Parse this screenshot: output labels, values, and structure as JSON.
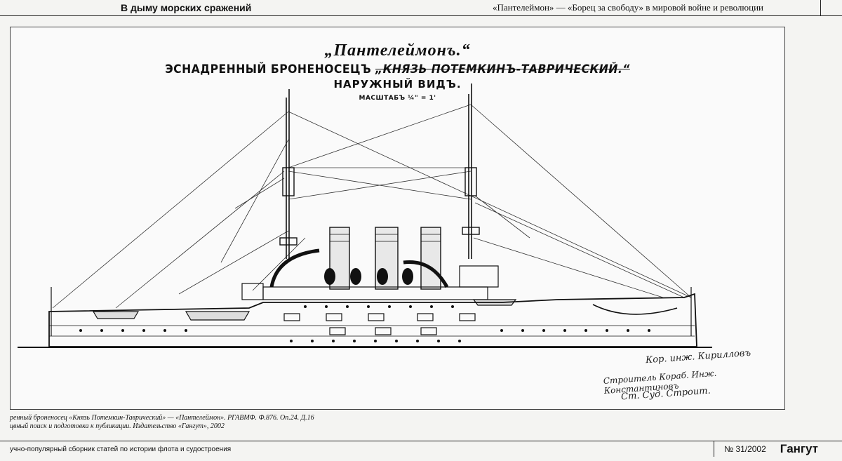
{
  "header": {
    "section_title": "В дыму морских сражений",
    "article_title": "«Пантелеймон» — «Борец за свободу» в мировой войне и революции"
  },
  "drawing": {
    "title_script": "„Пантелеймонъ.“",
    "title_main_prefix": "ЭСНАДРЕННЫЙ БРОНЕНОСЕЦЪ ",
    "title_main_struck": "„КНЯЗЬ ПОТЕМКИНЪ-ТАВРИЧЕСКИЙ.“",
    "subtitle": "НАРУЖНЫЙ ВИДЪ.",
    "scale": "МАСШТАБЪ ¼\" = 1'",
    "signatures": [
      "Кор. инж. Кирилловъ",
      "Строитель Кораб. Инж. Константиновъ",
      "Ст. Суд. Строит."
    ]
  },
  "caption": {
    "line1": "ренный броненосец «Князь Потемкин-Таврический» — «Пантелеймон». РГАВМФ. Ф.876. Оп.24. Д.16",
    "line2": "цвный поиск и подготовка к публикации. Издательство «Гангут», 2002"
  },
  "footer": {
    "description": "учно-популярный сборник статей по истории флота и судостроения",
    "issue": "№ 31/2002",
    "brand": "Гангут"
  }
}
